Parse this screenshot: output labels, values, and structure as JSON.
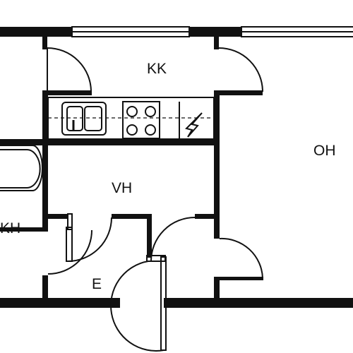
{
  "rooms": {
    "kk": "KK",
    "oh": "OH",
    "vh": "VH",
    "kh": "KH",
    "e": "E"
  },
  "colors": {
    "wall": "#111111",
    "background": "#ffffff"
  },
  "icons": {
    "outlet": "lightning-bolt-icon"
  }
}
